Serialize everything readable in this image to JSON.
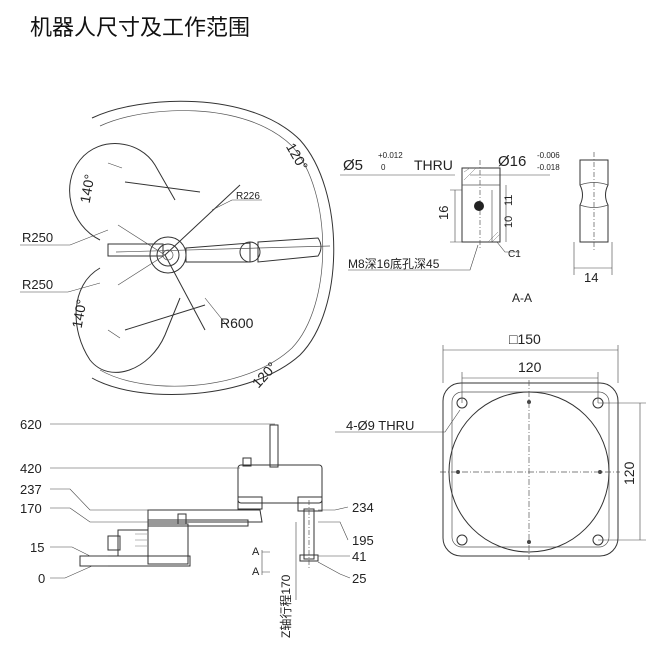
{
  "title": "机器人尺寸及工作范围",
  "top_view": {
    "angle_upper_outer": "120°",
    "angle_upper_inner": "140°",
    "angle_lower_inner": "140°",
    "angle_lower_outer": "120°",
    "radius_small": "R226",
    "radius_big": "R600",
    "radius_upper": "R250",
    "radius_lower": "R250"
  },
  "section_aa": {
    "bore_diameter": "Ø5",
    "bore_tol_upper": "+0.012",
    "bore_tol_lower": "0",
    "thru": "THRU",
    "shaft_diameter": "Ø16",
    "shaft_tol_upper": "-0.006",
    "shaft_tol_lower": "-0.018",
    "dim_16": "16",
    "dim_11": "11",
    "dim_10": "10",
    "chamfer": "C1",
    "dim_14": "14",
    "thread_note": "M8深16底孔深45",
    "label": "A-A"
  },
  "base_view": {
    "outer_square": "□150",
    "width_120": "120",
    "height_120": "120",
    "holes": "4-Ø9 THRU"
  },
  "side_view": {
    "levels": [
      "620",
      "420",
      "237",
      "170",
      "15",
      "0"
    ],
    "dim_234": "234",
    "dim_195": "195",
    "dim_41": "41",
    "dim_25": "25",
    "section_marker_a1": "A",
    "section_marker_a2": "A",
    "stroke_label": "Z轴行程170"
  }
}
